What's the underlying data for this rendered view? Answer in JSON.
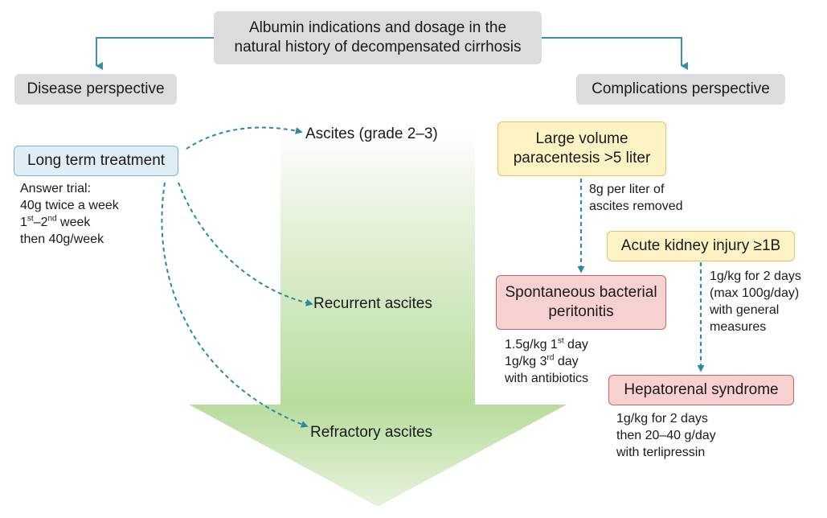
{
  "title": {
    "line1": "Albumin indications and dosage in the",
    "line2": "natural history of decompensated cirrhosis"
  },
  "disease_perspective": "Disease perspective",
  "complications_perspective": "Complications perspective",
  "long_term": {
    "label": "Long term treatment",
    "note_line1": "Answer trial:",
    "note_line2": "40g twice a week",
    "note_line3_a": "1",
    "note_line3_sup1": "st",
    "note_line3_b": "–2",
    "note_line3_sup2": "nd",
    "note_line3_c": " week",
    "note_line4": "then 40g/week"
  },
  "stages": {
    "ascites": "Ascites (grade 2–3)",
    "recurrent": "Recurrent ascites",
    "refractory": "Refractory ascites"
  },
  "paracentesis": {
    "line1": "Large volume",
    "line2": "paracentesis >5 liter",
    "dose_line1": "8g per liter of",
    "dose_line2": "ascites removed"
  },
  "sbp": {
    "line1": "Spontaneous bacterial",
    "line2": "peritonitis",
    "dose1_a": "1.5g/kg 1",
    "dose1_sup": "st",
    "dose1_b": " day",
    "dose2_a": "1g/kg 3",
    "dose2_sup": "rd",
    "dose2_b": " day",
    "dose3": "with antibiotics"
  },
  "aki": {
    "label": "Acute kidney injury ≥1B",
    "dose_line1": "1g/kg for 2 days",
    "dose_line2": "(max 100g/day)",
    "dose_line3": "with general",
    "dose_line4": "measures"
  },
  "hrs": {
    "label": "Hepatorenal syndrome",
    "dose_line1": "1g/kg for 2 days",
    "dose_line2": "then 20–40 g/day",
    "dose_line3": "with terlipressin"
  },
  "colors": {
    "arrow_green": "#a9d38a",
    "connector_blue": "#3a8fa6",
    "dashed_teal": "#2b8aa3"
  }
}
